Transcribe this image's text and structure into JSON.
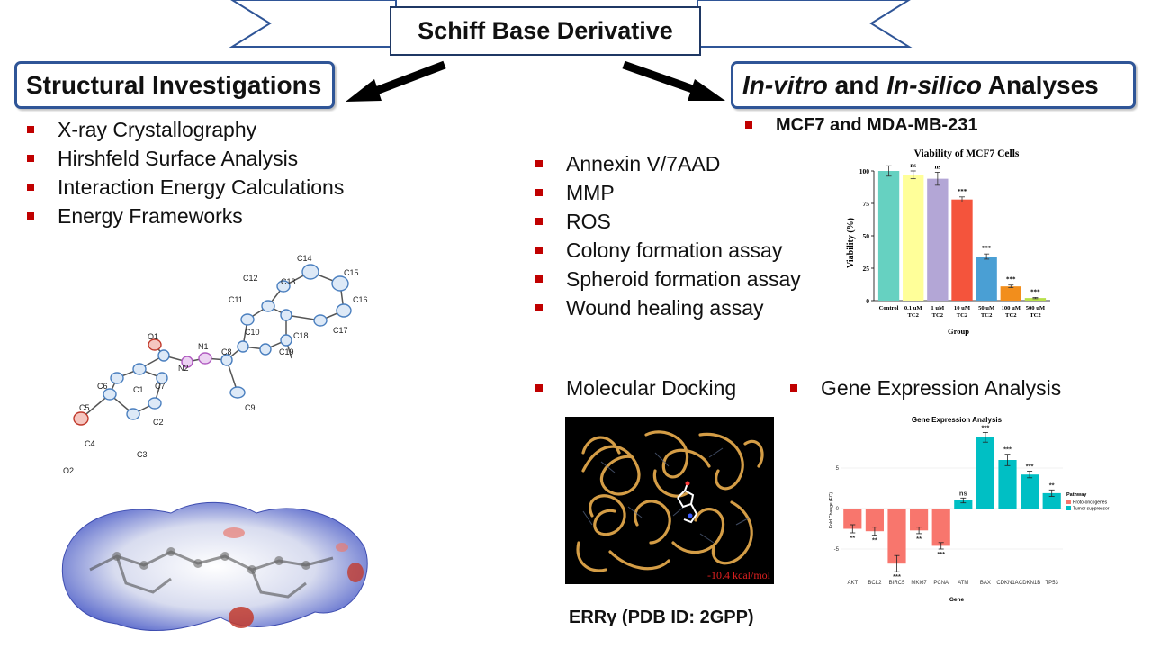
{
  "title": "Schiff Base Derivative",
  "left_section": {
    "heading": "Structural Investigations",
    "items": [
      "X-ray Crystallography",
      "Hirshfeld Surface Analysis",
      "Interaction Energy Calculations",
      "Energy Frameworks"
    ]
  },
  "right_section": {
    "heading_part1": "In-vitro",
    "heading_part2": " and ",
    "heading_part3": "In-silico",
    "heading_part4": " Analyses",
    "cell_lines": "MCF7 and MDA-MB-231",
    "assays": [
      "Annexin V/7AAD",
      "MMP",
      "ROS",
      "Colony formation assay",
      "Spheroid formation assay",
      "Wound healing assay"
    ],
    "docking_label": "Molecular Docking",
    "gene_label": "Gene Expression Analysis",
    "docking_target": "ERRγ (PDB ID: 2GPP)",
    "docking_energy": "-10.4 kcal/mol"
  },
  "atom_labels": [
    "O1",
    "N1",
    "N2",
    "C7",
    "C8",
    "C9",
    "C1",
    "C2",
    "C3",
    "C4",
    "C5",
    "C6",
    "O2",
    "C10",
    "C11",
    "C12",
    "C13",
    "C14",
    "C15",
    "C16",
    "C17",
    "C18",
    "C19"
  ],
  "colors": {
    "bullet": "#C00000",
    "box_border": "#2F5597",
    "banner": "#2F5597"
  },
  "chart_data": [
    {
      "type": "bar",
      "title": "Viability of MCF7 Cells",
      "xlabel": "Group",
      "ylabel": "Viability (%)",
      "ylim": [
        0,
        100
      ],
      "yticks": [
        0,
        25,
        50,
        75,
        100
      ],
      "categories": [
        "Control",
        "0.1 uM TC2",
        "1 uM TC2",
        "10 uM TC2",
        "50 uM TC2",
        "100 uM TC2",
        "500 uM TC2"
      ],
      "values": [
        100,
        97,
        94,
        78,
        34,
        11,
        2
      ],
      "errors": [
        4,
        3,
        5,
        2,
        2,
        1,
        0.5
      ],
      "significance": [
        "",
        "ns",
        "ns",
        "***",
        "***",
        "***",
        "***"
      ],
      "bar_colors": [
        "#66D1C1",
        "#FFFF99",
        "#B3A6D6",
        "#F4543C",
        "#4A9FD4",
        "#F28E1C",
        "#B8E04A"
      ]
    },
    {
      "type": "bar",
      "title": "Gene Expression Analysis",
      "xlabel": "Gene",
      "ylabel": "Fold Change (FC)",
      "ylim": [
        -8,
        10
      ],
      "yticks": [
        -5,
        0,
        5
      ],
      "categories": [
        "AKT",
        "BCL2",
        "BIRC5",
        "MKI67",
        "PCNA",
        "ATM",
        "BAX",
        "CDKN1A",
        "CDKN1B",
        "TP53"
      ],
      "values": [
        -2.5,
        -2.8,
        -6.8,
        -2.7,
        -4.6,
        1.0,
        8.8,
        6.0,
        4.2,
        1.9
      ],
      "errors": [
        0.5,
        0.5,
        1.0,
        0.4,
        0.4,
        0.3,
        0.6,
        0.7,
        0.4,
        0.4
      ],
      "significance": [
        "**",
        "**",
        "***",
        "**",
        "***",
        "ns",
        "***",
        "***",
        "***",
        "**"
      ],
      "groups": [
        "Proto-oncogenes",
        "Proto-oncogenes",
        "Proto-oncogenes",
        "Proto-oncogenes",
        "Proto-oncogenes",
        "Tumor suppressor",
        "Tumor suppressor",
        "Tumor suppressor",
        "Tumor suppressor",
        "Tumor suppressor"
      ],
      "legend_title": "Pathway",
      "legend": [
        {
          "name": "Proto-oncogenes",
          "color": "#F8766D"
        },
        {
          "name": "Tumor suppressor",
          "color": "#00BFC4"
        }
      ]
    }
  ]
}
